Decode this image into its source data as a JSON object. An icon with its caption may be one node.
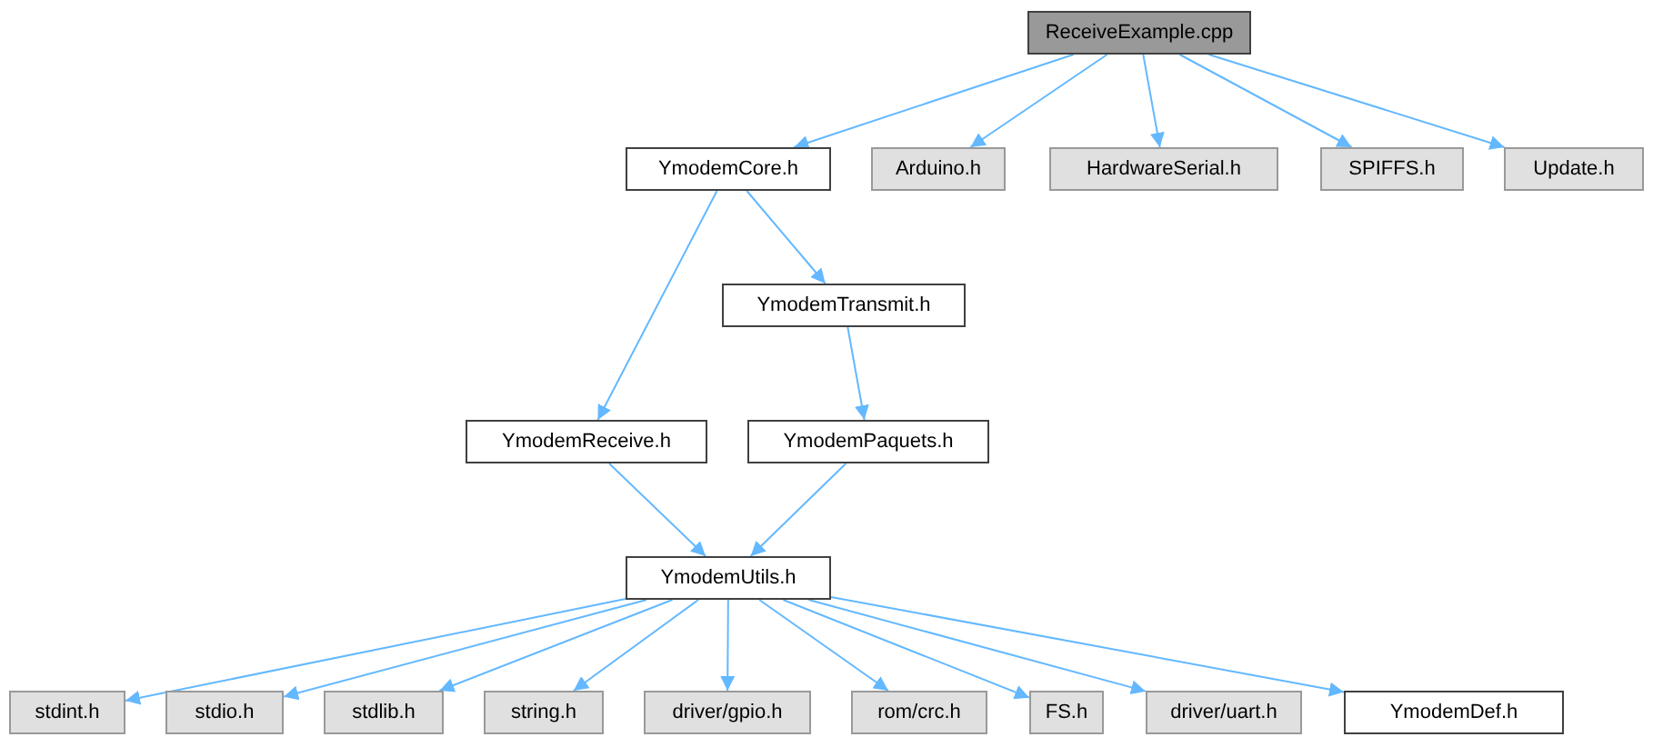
{
  "diagram": {
    "nodes": [
      {
        "text": [
          "ReceiveExample.cpp"
        ]
      },
      {
        "text": [
          "YmodemCore.h"
        ]
      },
      {
        "text": [
          "Arduino.h"
        ]
      },
      {
        "text": [
          "HardwareSerial.h"
        ]
      },
      {
        "text": [
          "SPIFFS.h"
        ]
      },
      {
        "text": [
          "Update.h"
        ]
      },
      {
        "text": [
          "YmodemTransmit.h"
        ]
      },
      {
        "text": [
          "YmodemReceive.h"
        ]
      },
      {
        "text": [
          "YmodemPaquets.h"
        ]
      },
      {
        "text": [
          "YmodemUtils.h"
        ]
      },
      {
        "text": [
          "stdint.h"
        ]
      },
      {
        "text": [
          "stdio.h"
        ]
      },
      {
        "text": [
          "stdlib.h"
        ]
      },
      {
        "text": [
          "string.h"
        ]
      },
      {
        "text": [
          "driver/gpio.h"
        ]
      },
      {
        "text": [
          "rom/crc.h"
        ]
      },
      {
        "text": [
          "FS.h"
        ]
      },
      {
        "text": [
          "driver/uart.h"
        ]
      },
      {
        "text": [
          "YmodemDef.h"
        ]
      }
    ],
    "edges": [
      {
        "from": 0,
        "to": 1,
        "arrow": "to"
      },
      {
        "from": 0,
        "to": 2,
        "arrow": "to"
      },
      {
        "from": 0,
        "to": 3,
        "arrow": "to"
      },
      {
        "from": 0,
        "to": 4,
        "arrow": "to"
      },
      {
        "from": 0,
        "to": 5,
        "arrow": "to"
      },
      {
        "from": 1,
        "to": 6,
        "arrow": "to"
      },
      {
        "from": 1,
        "to": 7,
        "arrow": "to"
      },
      {
        "from": 6,
        "to": 8,
        "arrow": "to"
      },
      {
        "from": 7,
        "to": 9,
        "arrow": "to"
      },
      {
        "from": 8,
        "to": 9,
        "arrow": "to"
      },
      {
        "from": 9,
        "to": 10,
        "arrow": "to"
      },
      {
        "from": 9,
        "to": 11,
        "arrow": "to"
      },
      {
        "from": 9,
        "to": 12,
        "arrow": "to"
      },
      {
        "from": 9,
        "to": 13,
        "arrow": "to"
      },
      {
        "from": 9,
        "to": 14,
        "arrow": "to"
      },
      {
        "from": 9,
        "to": 15,
        "arrow": "to"
      },
      {
        "from": 9,
        "to": 16,
        "arrow": "to"
      },
      {
        "from": 9,
        "to": 17,
        "arrow": "to"
      },
      {
        "from": 9,
        "to": 18,
        "arrow": "to"
      }
    ]
  }
}
